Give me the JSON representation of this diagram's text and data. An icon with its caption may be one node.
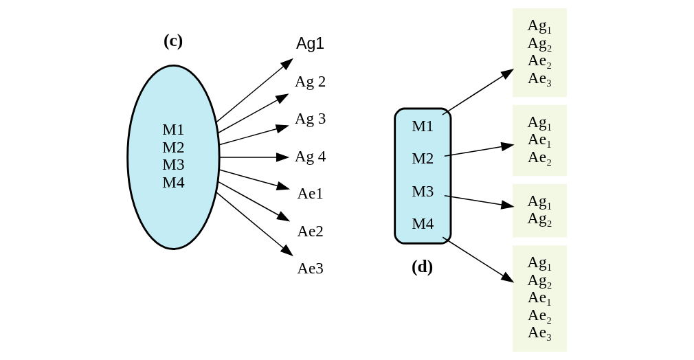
{
  "diagram": {
    "nodes": [
      {
        "text": [
          "M1",
          "M2",
          "M3",
          "M4"
        ]
      },
      {
        "text": [
          "Ag1"
        ]
      },
      {
        "text": [
          "Ag 2"
        ]
      },
      {
        "text": [
          "Ag 3"
        ]
      },
      {
        "text": [
          "Ag 4"
        ]
      },
      {
        "text": [
          "Ae1"
        ]
      },
      {
        "text": [
          "Ae2"
        ]
      },
      {
        "text": [
          "Ae3"
        ]
      },
      {
        "text": [],
        "shape": "ellipse"
      },
      {
        "text": [
          "M1"
        ],
        "in": 8
      },
      {
        "text": [
          "M2"
        ],
        "in": 8
      },
      {
        "text": [
          "M3"
        ],
        "in": 8
      },
      {
        "text": [
          "M4"
        ],
        "in": 8
      },
      {
        "text": [
          "Ag₁",
          "Ag₂",
          "Ae₂",
          "Ae₃"
        ]
      },
      {
        "text": [
          "Ag₁",
          "Ag₂"
        ]
      },
      {
        "text": [
          "Ag₁",
          "Ae₁",
          "Ae₂"
        ]
      },
      {
        "text": [
          "Ag₁",
          "Ag₂",
          "Ae₁",
          "Ae₂",
          "Ae₃"
        ]
      }
    ],
    "edges": [
      {
        "from": 0,
        "to": 1,
        "arrow": "to"
      },
      {
        "from": 0,
        "to": 2,
        "arrow": "to"
      },
      {
        "from": 0,
        "to": 3,
        "arrow": "to"
      },
      {
        "from": 0,
        "to": 4,
        "arrow": "to"
      },
      {
        "from": 0,
        "to": 5,
        "arrow": "to"
      },
      {
        "from": 0,
        "to": 6,
        "arrow": "to"
      },
      {
        "from": 0,
        "to": 7,
        "arrow": "to"
      },
      {
        "from": 9,
        "to": 13,
        "arrow": "to"
      },
      {
        "from": 10,
        "to": 15,
        "arrow": "to"
      },
      {
        "from": 11,
        "to": 14,
        "arrow": "to"
      },
      {
        "from": 12,
        "to": 16,
        "arrow": "to"
      }
    ],
    "labels": [
      "(c)",
      "(d)"
    ]
  }
}
